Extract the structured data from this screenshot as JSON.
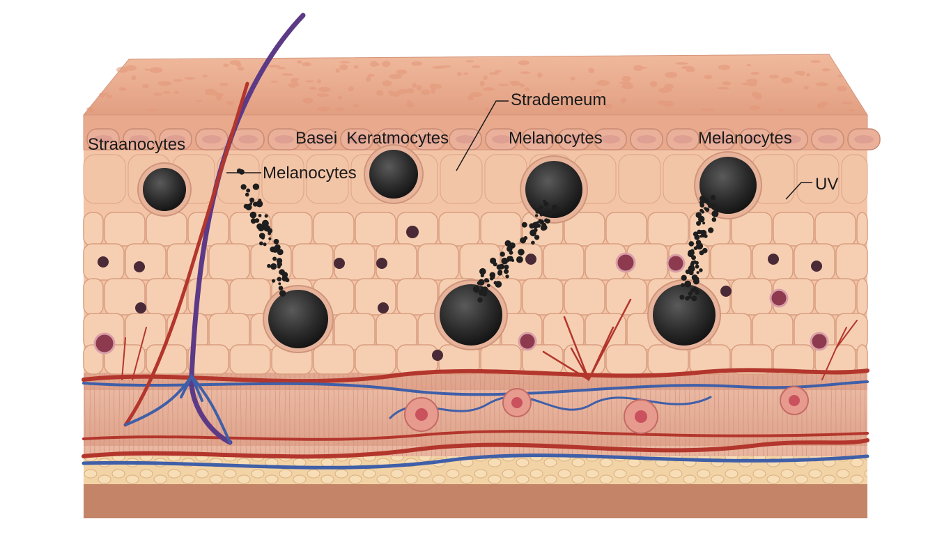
{
  "labels": {
    "stratum": "Straanocytes",
    "basal_keratinocytes": "Basei  Keratmocytes",
    "melanocytes_1": "Melanocytes",
    "melanocytes_2": "Melanocytes",
    "melanocytes_3": "Melanocytes",
    "stratum_top": "Strademeum",
    "uv": "UV"
  },
  "colors": {
    "background": "#ffffff",
    "skin_top": "#e7a98c",
    "skin_mid": "#f1c0a2",
    "keratinocyte": "#f5caab",
    "cell_outline": "#d89a7e",
    "melanin": "#2a2a2a",
    "artery": "#b3362d",
    "vein": "#3f5fa8",
    "hair": "#5c3a86",
    "dermis": "#e6b29b",
    "fat": "#f2cfa0",
    "base": "#c98b6d"
  }
}
